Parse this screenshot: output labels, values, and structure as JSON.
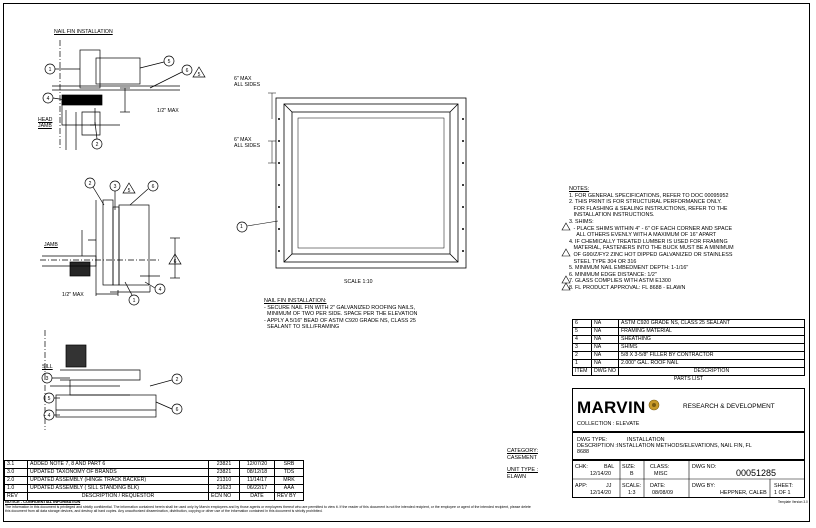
{
  "details": {
    "nail_fin_installation": "NAIL FIN INSTALLATION",
    "head_jamb": "HEAD\nJAMB",
    "jamb": "JAMB",
    "sill": "SILL",
    "half_inch_max": "1/2\" MAX",
    "half_inch_max_2": "1/2\" MAX",
    "callouts": [
      "1",
      "2",
      "3",
      "4",
      "5",
      "6"
    ],
    "note_flag": "5"
  },
  "elevation": {
    "six_inch_max_1": "6\" MAX\nALL SIDES",
    "six_inch_max_2": "6\" MAX\nALL SIDES",
    "scale": "SCALE 1:10",
    "callout": "1"
  },
  "nail_fin_note": {
    "title": "NAIL FIN INSTALLATION:",
    "lines": [
      "- SECURE NAIL FIN WITH 2\" GALVANIZED ROOFING NAILS,",
      "  MINIMUM OF TWO PER SIDE. SPACE PER THE ELEVATION",
      "- APPLY A 5/16\" BEAD OF ASTM C920 GRADE NS, CLASS 25",
      "  SEALANT TO SILL/FRAMING"
    ]
  },
  "notes": {
    "title": "NOTES:",
    "lines": [
      "1. FOR GENERAL SPECIFICATIONS, REFER TO DOC 00095952",
      "2. THIS PRINT IS FOR STRUCTURAL PERFORMANCE ONLY.",
      "   FOR FLASHING & SEALING INSTRUCTIONS, REFER TO THE",
      "   INSTALLATION INSTRUCTIONS.",
      "3. SHIMS:",
      "   - PLACE SHIMS WITHIN 4\" - 6\" OF EACH CORNER AND SPACE",
      "     ALL OTHERS EVENLY WITH A MAXIMUM OF 16\" APART",
      "4. IF CHEMICALLY TREATED LUMBER IS USED FOR FRAMING",
      "   MATERIAL, FASTENERS INTO THE BUCK MUST BE A MINIMUM",
      "   OF G90/Z/FY2 ZINC HOT DIPPED GALVANIZED OR STAINLESS",
      "   STEEL TYPE 304 OR 316",
      "5. MINIMUM NAIL EMBEDMENT DEPTH: 1-1/16\"",
      "6. MINIMUM EDGE DISTANCE: 1/2\"",
      "7. GLASS COMPLIES WITH ASTM E1300",
      "8. FL PRODUCT APPROVAL: FL 8688 - ELAWN"
    ]
  },
  "parts": {
    "rows": [
      {
        "item": "6",
        "dwg": "NA",
        "desc": "ASTM C920 GRADE NS, CLASS 25 SEALANT"
      },
      {
        "item": "5",
        "dwg": "NA",
        "desc": "FRAMING MATERIAL"
      },
      {
        "item": "4",
        "dwg": "NA",
        "desc": "SHEATHING"
      },
      {
        "item": "3",
        "dwg": "NA",
        "desc": "SHIMS"
      },
      {
        "item": "2",
        "dwg": "NA",
        "desc": "5/8 X 3-5/8\" FILLER BY CONTRACTOR"
      },
      {
        "item": "1",
        "dwg": "NA",
        "desc": "2.000\" GAL. ROOF NAIL"
      }
    ],
    "header": {
      "item": "ITEM",
      "dwg": "DWG NO",
      "desc": "DESCRIPTION"
    },
    "title": "PARTS LIST"
  },
  "title_block": {
    "brand": "MARVIN",
    "dept": "RESEARCH & DEVELOPMENT",
    "collection": "COLLECTION : ELEVATE",
    "dwg_type_label": "DWG TYPE:",
    "dwg_type": "INSTALLATION",
    "description_label": "DESCRIPTION :",
    "description": "INSTALLATION METHODS/ELEVATIONS, NAIL FIN, FL",
    "description2": "8688",
    "category_label": "CATEGORY:",
    "category": "CASEMENT",
    "unit_type_label": "UNIT TYPE :",
    "unit_type": "ELAWN",
    "chk_label": "CHK:",
    "chk": "BAL",
    "chk_date": "12/14/20",
    "size_label": "SIZE:",
    "size": "B",
    "class_label": "CLASS:",
    "class": "MISC",
    "dwg_no_label": "DWG NO:",
    "dwg_no": "00051285",
    "app_label": "APP:",
    "app": "JJ",
    "app_date": "12/14/20",
    "scale_label": "SCALE:",
    "scale": "1:3",
    "date_label": "DATE:",
    "date": "08/08/09",
    "drawn_label": "DWG BY:",
    "drawn": "HEPPNER, CALEB",
    "sheet_label": "SHEET:",
    "sheet": "1 OF 1"
  },
  "revisions": {
    "rows": [
      {
        "rev": "3.1",
        "desc": "ADDED NOTE 7, 8 AND PART 6",
        "ecn": "23821",
        "date": "12/07/20",
        "by": "SRB"
      },
      {
        "rev": "3.0",
        "desc": "UPDATED TAXONOMY OF BRANDS",
        "ecn": "23821",
        "date": "08/12/18",
        "by": "TDS"
      },
      {
        "rev": "2.0",
        "desc": "UPDATED ASSEMBLY (HINGE TRACK BACKER)",
        "ecn": "21310",
        "date": "11/14/17",
        "by": "MRK"
      },
      {
        "rev": "1.0",
        "desc": "UPDATED ASSEMBLY ( SILL STANDING BLK)",
        "ecn": "21623",
        "date": "06/22/17",
        "by": "AAA"
      }
    ],
    "header": {
      "rev": "REV",
      "desc": "DESCRIPTION / REQUESTOR",
      "ecn": "ECN NO",
      "date": "DATE",
      "by": "REV BY"
    }
  },
  "footer": {
    "notice_title": "NOTICE - CONFIDENTIAL INFORMATION",
    "notice_1": "The information in this document is privileged and strictly confidential. The information contained herein shall be used only by Marvin employees and by those agents or employees thereof who are permitted to view it. If the reader of this document is not the intended recipient, or the employee or agent of the intended recipient, please delete",
    "notice_2": "this document from all data storage devices, and destroy all hard copies. Any unauthorized dissemination, distribution, copying or other use of the information contained in this document is strictly prohibited.",
    "template": "Template Version 3.0"
  }
}
